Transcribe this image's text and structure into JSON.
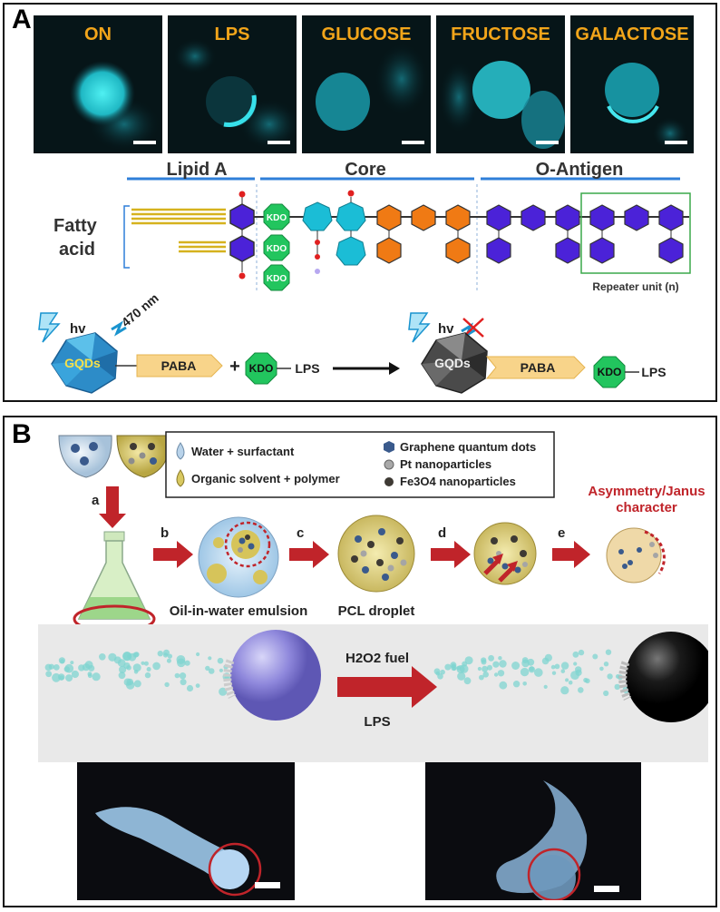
{
  "panel_a": {
    "letter": "A",
    "micrographs": [
      {
        "label": "ON"
      },
      {
        "label": "LPS"
      },
      {
        "label": "GLUCOSE"
      },
      {
        "label": "FRUCTOSE"
      },
      {
        "label": "GALACTOSE"
      }
    ],
    "label_color": "#f2a51a",
    "structure": {
      "sections": [
        "Lipid A",
        "Core",
        "O-Antigen"
      ],
      "fatty_acid": [
        "Fatty",
        "acid"
      ],
      "kdo": "KDO",
      "repeater": "Repeater unit (n)",
      "colors": {
        "hexose": "#4b22d8",
        "heptose": "#1bbdd6",
        "orange": "#f07a14",
        "kdo": "#22c55e",
        "section_line": "#2f7fd8"
      }
    },
    "reaction": {
      "hv": "hv",
      "wavelength": "470 nm",
      "gqds": "GQDs",
      "paba": "PABA",
      "plus": "+",
      "kdo": "KDO",
      "lps": "LPS"
    }
  },
  "panel_b": {
    "letter": "B",
    "legend": {
      "water": "Water + surfactant",
      "organic": "Organic solvent + polymer",
      "gqd": "Graphene quantum dots",
      "pt": "Pt nanoparticles",
      "fe3o4": "Fe3O4 nanoparticles"
    },
    "steps": [
      "a",
      "b",
      "c",
      "d",
      "e"
    ],
    "captions": {
      "emulsion": "Oil-in-water emulsion",
      "droplet": "PCL droplet"
    },
    "janus": [
      "Asymmetry/Janus",
      "character"
    ],
    "fuel": "H2O2 fuel",
    "lps": "LPS",
    "arrow_color": "#c0242a"
  }
}
